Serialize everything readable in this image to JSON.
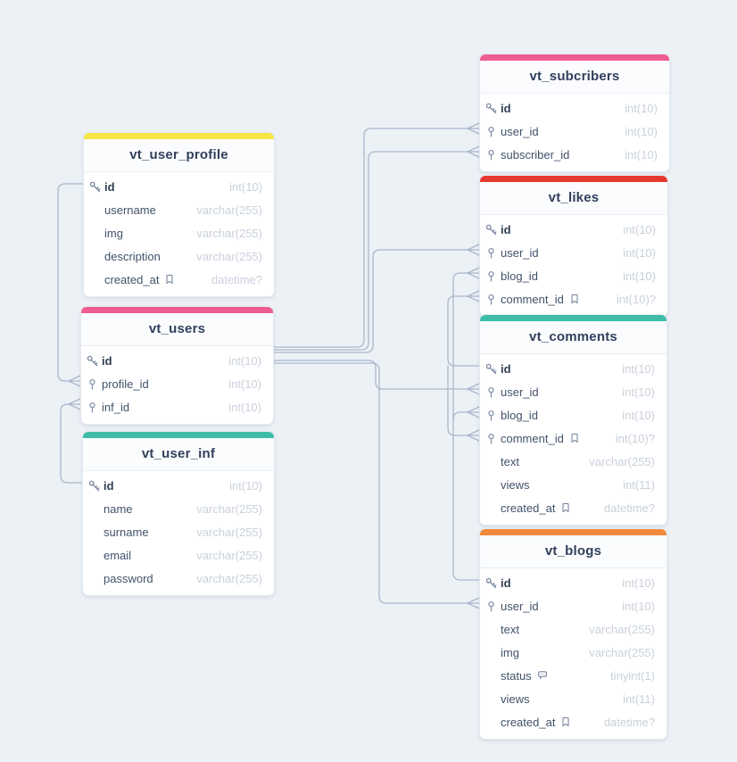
{
  "canvas": {
    "background": "#ECF1F6",
    "line_color": "#9FAEC4"
  },
  "tables": [
    {
      "title": "vt_user_profile",
      "accent": "#F6E544",
      "fields": [
        {
          "name": "id",
          "type": "int(10)",
          "key": "primary"
        },
        {
          "name": "username",
          "type": "varchar(255)"
        },
        {
          "name": "img",
          "type": "varchar(255)"
        },
        {
          "name": "description",
          "type": "varchar(255)"
        },
        {
          "name": "created_at",
          "type": "datetime?",
          "badge": "bookmark"
        }
      ]
    },
    {
      "title": "vt_users",
      "accent": "#EE5C92",
      "fields": [
        {
          "name": "id",
          "type": "int(10)",
          "key": "primary"
        },
        {
          "name": "profile_id",
          "type": "int(10)",
          "key": "foreign"
        },
        {
          "name": "inf_id",
          "type": "int(10)",
          "key": "foreign"
        }
      ]
    },
    {
      "title": "vt_user_inf",
      "accent": "#3FBCA8",
      "fields": [
        {
          "name": "id",
          "type": "int(10)",
          "key": "primary"
        },
        {
          "name": "name",
          "type": "varchar(255)"
        },
        {
          "name": "surname",
          "type": "varchar(255)"
        },
        {
          "name": "email",
          "type": "varchar(255)"
        },
        {
          "name": "password",
          "type": "varchar(255)"
        }
      ]
    },
    {
      "title": "vt_subcribers",
      "accent": "#EE5C92",
      "fields": [
        {
          "name": "id",
          "type": "int(10)",
          "key": "primary"
        },
        {
          "name": "user_id",
          "type": "int(10)",
          "key": "foreign"
        },
        {
          "name": "subscriber_id",
          "type": "int(10)",
          "key": "foreign"
        }
      ]
    },
    {
      "title": "vt_likes",
      "accent": "#E5392F",
      "fields": [
        {
          "name": "id",
          "type": "int(10)",
          "key": "primary"
        },
        {
          "name": "user_id",
          "type": "int(10)",
          "key": "foreign"
        },
        {
          "name": "blog_id",
          "type": "int(10)",
          "key": "foreign"
        },
        {
          "name": "comment_id",
          "type": "int(10)?",
          "key": "foreign",
          "badge": "bookmark"
        }
      ]
    },
    {
      "title": "vt_comments",
      "accent": "#3FBCA8",
      "fields": [
        {
          "name": "id",
          "type": "int(10)",
          "key": "primary"
        },
        {
          "name": "user_id",
          "type": "int(10)",
          "key": "foreign"
        },
        {
          "name": "blog_id",
          "type": "int(10)",
          "key": "foreign"
        },
        {
          "name": "comment_id",
          "type": "int(10)?",
          "key": "foreign",
          "badge": "bookmark"
        },
        {
          "name": "text",
          "type": "varchar(255)"
        },
        {
          "name": "views",
          "type": "int(11)"
        },
        {
          "name": "created_at",
          "type": "datetime?",
          "badge": "bookmark"
        }
      ]
    },
    {
      "title": "vt_blogs",
      "accent": "#F08A3C",
      "fields": [
        {
          "name": "id",
          "type": "int(10)",
          "key": "primary"
        },
        {
          "name": "user_id",
          "type": "int(10)",
          "key": "foreign"
        },
        {
          "name": "text",
          "type": "varchar(255)"
        },
        {
          "name": "img",
          "type": "varchar(255)"
        },
        {
          "name": "status",
          "type": "tinyint(1)",
          "badge": "comment"
        },
        {
          "name": "views",
          "type": "int(11)"
        },
        {
          "name": "created_at",
          "type": "datetime?",
          "badge": "bookmark"
        }
      ]
    }
  ],
  "relationships": [
    {
      "from": "vt_user_profile.id",
      "to": "vt_users.profile_id"
    },
    {
      "from": "vt_user_inf.id",
      "to": "vt_users.inf_id"
    },
    {
      "from": "vt_users.id",
      "to": "vt_subcribers.user_id"
    },
    {
      "from": "vt_users.id",
      "to": "vt_subcribers.subscriber_id"
    },
    {
      "from": "vt_users.id",
      "to": "vt_likes.user_id"
    },
    {
      "from": "vt_users.id",
      "to": "vt_comments.user_id"
    },
    {
      "from": "vt_users.id",
      "to": "vt_blogs.user_id"
    },
    {
      "from": "vt_blogs.id",
      "to": "vt_likes.blog_id"
    },
    {
      "from": "vt_blogs.id",
      "to": "vt_comments.blog_id"
    },
    {
      "from": "vt_comments.id",
      "to": "vt_likes.comment_id"
    },
    {
      "from": "vt_comments.id",
      "to": "vt_comments.comment_id"
    }
  ]
}
